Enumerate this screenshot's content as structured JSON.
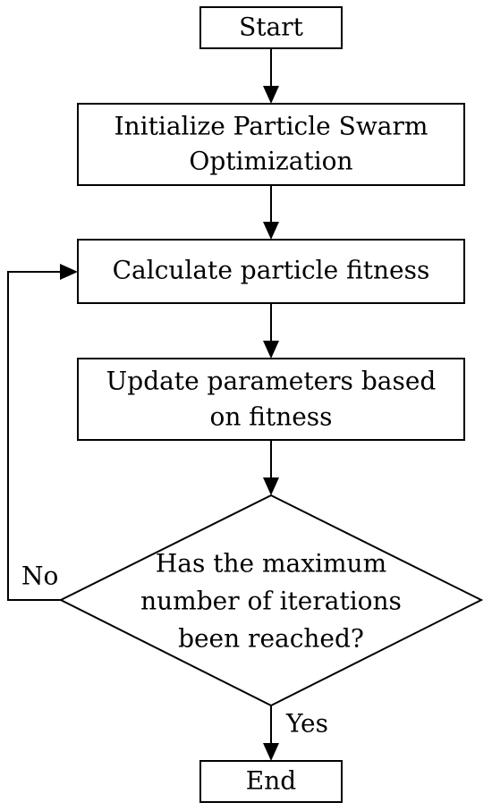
{
  "flowchart": {
    "start": {
      "label": "Start"
    },
    "initialize": {
      "line1": "Initialize Particle Swarm",
      "line2": "Optimization"
    },
    "calculate": {
      "label": "Calculate particle fitness"
    },
    "update": {
      "line1": "Update parameters based",
      "line2": "on fitness"
    },
    "decision": {
      "line1": "Has the maximum",
      "line2": "number of iterations",
      "line3": "been reached?"
    },
    "end": {
      "label": "End"
    },
    "edges": {
      "no_label": "No",
      "yes_label": "Yes"
    }
  }
}
